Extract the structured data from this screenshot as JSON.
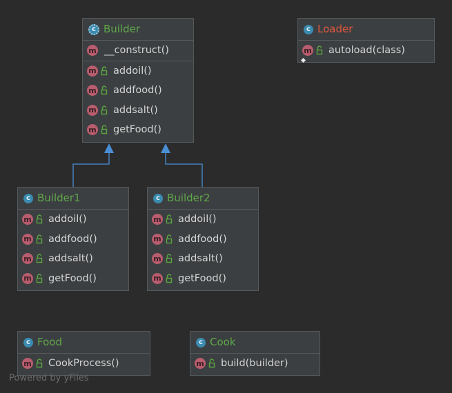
{
  "classes": {
    "builder": {
      "name": "Builder",
      "icon": "abstract-class-icon",
      "sections": [
        [
          "__construct()"
        ],
        [
          "addoil()",
          "addfood()",
          "addsalt()",
          "getFood()"
        ]
      ]
    },
    "loader": {
      "name": "Loader",
      "icon": "class-icon",
      "sections": [
        [
          "autoload(class)"
        ]
      ]
    },
    "builder1": {
      "name": "Builder1",
      "icon": "class-icon",
      "sections": [
        [
          "addoil()",
          "addfood()",
          "addsalt()",
          "getFood()"
        ]
      ]
    },
    "builder2": {
      "name": "Builder2",
      "icon": "class-icon",
      "sections": [
        [
          "addoil()",
          "addfood()",
          "addsalt()",
          "getFood()"
        ]
      ]
    },
    "food": {
      "name": "Food",
      "icon": "class-icon",
      "sections": [
        [
          "CookProcess()"
        ]
      ]
    },
    "cook": {
      "name": "Cook",
      "icon": "class-icon",
      "sections": [
        [
          "build(builder)"
        ]
      ]
    }
  },
  "icon_letters": {
    "class": "c",
    "method": "m"
  },
  "edges": [
    {
      "from": "builder1",
      "to": "builder",
      "kind": "inheritance"
    },
    {
      "from": "builder2",
      "to": "builder",
      "kind": "inheritance"
    }
  ],
  "watermark": "Powered by yFiles",
  "colors": {
    "background": "#2b2b2b",
    "box": "#3c3f41",
    "border": "#55595c",
    "class_title": "#5fa84a",
    "loader_title": "#e0573f",
    "class_icon": "#3b8bb0",
    "method_icon": "#b85d6e",
    "public_lock": "#5aa640",
    "edge": "#4a8fd6"
  }
}
